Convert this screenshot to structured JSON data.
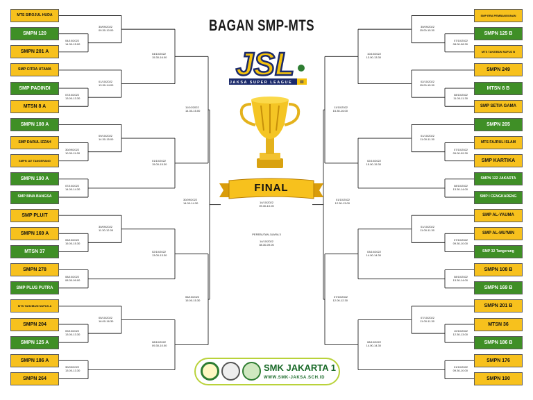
{
  "title": "BAGAN SMP-MTS",
  "logo": {
    "text": "JSL",
    "subtitle": "JAKSA SUPER LEAGUE",
    "badge": "III"
  },
  "final": {
    "label": "FINAL",
    "date": "14/10/2022",
    "time": "09.30-10.00"
  },
  "third_place": {
    "label": "PEREBUTAN JUARA 3",
    "date": "14/10/2022",
    "time": "08.30-09.00"
  },
  "footer": {
    "name": "SMK JAKARTA 1",
    "url": "WWW.SMK-JAKSA.SCH.ID"
  },
  "colors": {
    "team_yellow": "#f7c11d",
    "team_green": "#3f8f26",
    "line": "#222222",
    "brand_green": "#1b6b2a"
  },
  "left_teams": [
    {
      "name": "MTS SIROJUL HUDA",
      "color": "yellow"
    },
    {
      "name": "SMPN 120",
      "color": "green"
    },
    {
      "name": "SMPN 201 A",
      "color": "yellow"
    },
    {
      "name": "SMP CITRA UTAMA",
      "color": "yellow"
    },
    {
      "name": "SMP PADINDI",
      "color": "green"
    },
    {
      "name": "MTSN 8 A",
      "color": "yellow"
    },
    {
      "name": "SMPN 108 A",
      "color": "green"
    },
    {
      "name": "SMP DARUL IZZAH",
      "color": "yellow"
    },
    {
      "name": "SMPN 187 TANGERANG",
      "color": "yellow"
    },
    {
      "name": "SMPN 190 A",
      "color": "green"
    },
    {
      "name": "SMP BINA BANGSA",
      "color": "green"
    },
    {
      "name": "SMP PLUIT",
      "color": "yellow"
    },
    {
      "name": "SMPN 169 A",
      "color": "yellow"
    },
    {
      "name": "MTSN 37",
      "color": "green"
    },
    {
      "name": "SMPN 278",
      "color": "yellow"
    },
    {
      "name": "SMP PLUS PUTRA",
      "color": "green"
    },
    {
      "name": "MTS TAHZIBUN NUFUS A",
      "color": "yellow"
    },
    {
      "name": "SMPN 204",
      "color": "yellow"
    },
    {
      "name": "SMPN 125 A",
      "color": "green"
    },
    {
      "name": "SMPN 186 A",
      "color": "yellow"
    },
    {
      "name": "SMPN 264",
      "color": "yellow"
    }
  ],
  "right_teams": [
    {
      "name": "SMP ERA PEMBANGUNAN",
      "color": "yellow"
    },
    {
      "name": "SMPN 125 B",
      "color": "green"
    },
    {
      "name": "MTS TAHZIBUN NUFUZ B",
      "color": "yellow"
    },
    {
      "name": "SMPN 249",
      "color": "yellow"
    },
    {
      "name": "MTSN 8 B",
      "color": "green"
    },
    {
      "name": "SMP SETIA GAMA",
      "color": "yellow"
    },
    {
      "name": "SMPN 205",
      "color": "green"
    },
    {
      "name": "MTS FAJRUL ISLAM",
      "color": "yellow"
    },
    {
      "name": "SMP KARTIKA",
      "color": "yellow"
    },
    {
      "name": "SMPN 122 JAKARTA",
      "color": "green"
    },
    {
      "name": "SMP I CENGKARENG",
      "color": "green"
    },
    {
      "name": "SMP AL-YAUMA",
      "color": "yellow"
    },
    {
      "name": "SMP AL-MU'MIN",
      "color": "yellow"
    },
    {
      "name": "SMP 32 Tangerang",
      "color": "green"
    },
    {
      "name": "SMPN 108 B",
      "color": "yellow"
    },
    {
      "name": "SMPN 169 B",
      "color": "green"
    },
    {
      "name": "SMPN 201 B",
      "color": "yellow"
    },
    {
      "name": "MTSN 36",
      "color": "yellow"
    },
    {
      "name": "SMPN 186 B",
      "color": "green"
    },
    {
      "name": "SMPN 176",
      "color": "yellow"
    },
    {
      "name": "SMPN 190",
      "color": "yellow"
    }
  ],
  "left_matches": [
    {
      "date": "04/10/2022",
      "time": "14.30-15.00"
    },
    {
      "date": "30/09/2022",
      "time": "09.30-10.00"
    },
    {
      "date": "07/10/2022",
      "time": "13.00-13.30"
    },
    {
      "date": "01/10/2022",
      "time": "13.30-14.00"
    },
    {
      "date": "04/10/2022",
      "time": "15.30-16.00"
    },
    {
      "date": "30/09/2022",
      "time": "10.30-11.00"
    },
    {
      "date": "09/10/2022",
      "time": "14.30-15.00"
    },
    {
      "date": "07/10/2022",
      "time": "14.00-14.30"
    },
    {
      "date": "01/10/2022",
      "time": "15.00-15.30"
    },
    {
      "date": "11/10/2022",
      "time": "14.30-15.00"
    },
    {
      "date": "05/10/2022",
      "time": "15.00-15.30"
    },
    {
      "date": "30/09/2022",
      "time": "11.30-12.00"
    },
    {
      "date": "08/10/2022",
      "time": "08.30-09.00"
    },
    {
      "date": "02/10/2022",
      "time": "13.00-13.30"
    },
    {
      "date": "09/10/2022",
      "time": "13.00-13.30"
    },
    {
      "date": "05/10/2022",
      "time": "16.00-16.30"
    },
    {
      "date": "30/09/2022",
      "time": "13.00-13.30"
    },
    {
      "date": "08/10/2022",
      "time": "09.30-10.00"
    },
    {
      "date": "06/10/2022",
      "time": "15.00-15.30"
    },
    {
      "date": "30/09/2022",
      "time": "14.00-14.30"
    }
  ],
  "right_matches": [
    {
      "date": "07/10/2022",
      "time": "08.00-08.30"
    },
    {
      "date": "30/09/2022",
      "time": "15.00-15.30"
    },
    {
      "date": "08/10/2022",
      "time": "11.00-11.30"
    },
    {
      "date": "02/10/2022",
      "time": "15.00-15.30"
    },
    {
      "date": "10/10/2022",
      "time": "13.00-13.30"
    },
    {
      "date": "07/10/2022",
      "time": "09.00-09.30"
    },
    {
      "date": "01/10/2022",
      "time": "11.00-11.30"
    },
    {
      "date": "08/10/2022",
      "time": "13.30-14.00"
    },
    {
      "date": "02/10/2022",
      "time": "15.00-15.30"
    },
    {
      "date": "11/10/2022",
      "time": "15.30-16.00"
    },
    {
      "date": "07/10/2022",
      "time": "09.30-10.00"
    },
    {
      "date": "01/10/2022",
      "time": "11.00-11.30"
    },
    {
      "date": "08/10/2022",
      "time": "13.30-14.00"
    },
    {
      "date": "03/10/2022",
      "time": "14.00-14.30"
    },
    {
      "date": "10/10/2022",
      "time": "12.30-13.00"
    },
    {
      "date": "07/10/2022",
      "time": "11.00-11.30"
    },
    {
      "date": "01/10/2022",
      "time": "09.30-10.00"
    },
    {
      "date": "08/10/2022",
      "time": "14.00-14.30"
    },
    {
      "date": "07/10/2022",
      "time": "12.00-12.30"
    },
    {
      "date": "01/10/2022",
      "time": "12.30-13.00"
    }
  ]
}
